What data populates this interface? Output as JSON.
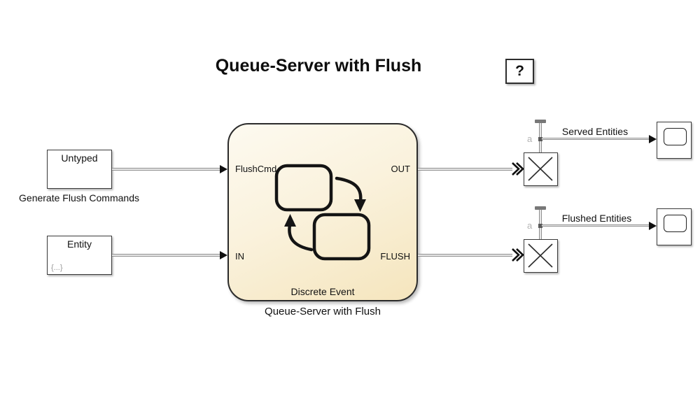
{
  "title": "Queue-Server with Flush",
  "help_button": {
    "label": "?"
  },
  "colors": {
    "chart_fill_top": "#fdfaf0",
    "chart_fill_bottom": "#f5e5bd",
    "wire_gray": "#8f8f8f",
    "signal_label_gray": "#b3b3b3",
    "block_border": "#3a3a3a"
  },
  "blocks": {
    "untyped_source": {
      "title": "Untyped",
      "caption": "Generate Flush Commands"
    },
    "entity_source": {
      "title": "Entity",
      "badge": "{...}"
    },
    "chart": {
      "ports": {
        "in_flushcmd": "FlushCmd",
        "in_entity": "IN",
        "out_served": "OUT",
        "out_flush": "FLUSH"
      },
      "inner_label": "Discrete Event",
      "caption": "Queue-Server with Flush"
    },
    "terminator_served": {
      "signal_label": "a"
    },
    "terminator_flushed": {
      "signal_label": "a"
    }
  },
  "wires": {
    "served_label": "Served Entities",
    "flushed_label": "Flushed Entities"
  }
}
